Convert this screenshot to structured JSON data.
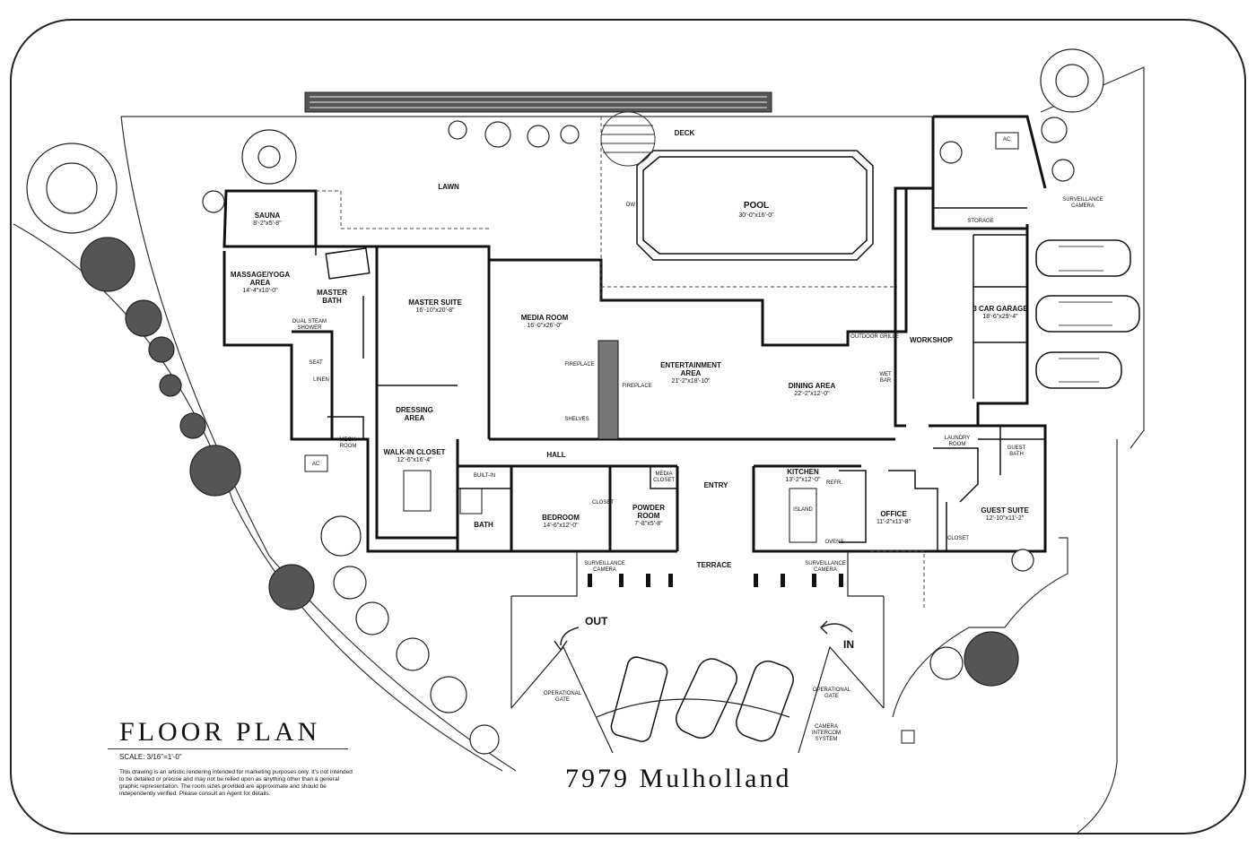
{
  "drawing": {
    "title": "FLOOR PLAN",
    "scale": "SCALE: 3/16\"=1'-0\"",
    "disclaimer": "This drawing is an artistic rendering intended for marketing purposes only. It's not intended to be detailed or precise and may not be relied upon as anything other than a general graphic representation. The room sizes provided are approximate and should be independently verified. Please consult an Agent for details.",
    "address": "7979 Mulholland"
  },
  "rooms": {
    "sauna": {
      "name": "SAUNA",
      "dims": "8'-2\"x5'-8\""
    },
    "massage": {
      "name": "MASSAGE/YOGA AREA",
      "dims": "14'-4\"x10'-0\""
    },
    "master_bath": {
      "name": "MASTER BATH"
    },
    "steam_shower": {
      "name": "DUAL STEAM SHOWER"
    },
    "seat": {
      "name": "SEAT"
    },
    "linen": {
      "name": "LINEN"
    },
    "mech": {
      "name": "MECH. ROOM"
    },
    "ac_left": {
      "name": "AC"
    },
    "master_suite": {
      "name": "MASTER SUITE",
      "dims": "16'-10\"x20'-8\""
    },
    "dressing": {
      "name": "DRESSING AREA"
    },
    "walkin": {
      "name": "WALK-IN CLOSET",
      "dims": "12'-6\"x16'-4\""
    },
    "media": {
      "name": "MEDIA ROOM",
      "dims": "16'-0\"x26'-0\""
    },
    "fireplace1": {
      "name": "FIREPLACE"
    },
    "fireplace2": {
      "name": "FIREPLACE"
    },
    "shelves": {
      "name": "SHELVES"
    },
    "entertainment": {
      "name": "ENTERTAINMENT AREA",
      "dims": "21'-2\"x18'-10\""
    },
    "hall": {
      "name": "HALL"
    },
    "builtin": {
      "name": "BUILT-IN"
    },
    "bath": {
      "name": "BATH"
    },
    "bedroom": {
      "name": "BEDROOM",
      "dims": "14'-6\"x12'-0\""
    },
    "closet1": {
      "name": "CLOSET"
    },
    "powder": {
      "name": "POWDER ROOM",
      "dims": "7'-8\"x5'-8\""
    },
    "media_closet": {
      "name": "MEDIA CLOSET"
    },
    "entry": {
      "name": "ENTRY"
    },
    "kitchen": {
      "name": "KITCHEN",
      "dims": "13'-2\"x12'-0\""
    },
    "island": {
      "name": "ISLAND"
    },
    "refr": {
      "name": "REFR."
    },
    "ovens": {
      "name": "OVENS"
    },
    "dining": {
      "name": "DINING AREA",
      "dims": "22'-2\"x12'-0\""
    },
    "wet_bar": {
      "name": "WET BAR"
    },
    "outdoor_grille": {
      "name": "OUTDOOR GRILLE"
    },
    "workshop": {
      "name": "WORKSHOP"
    },
    "office": {
      "name": "OFFICE",
      "dims": "11'-2\"x11'-8\""
    },
    "laundry": {
      "name": "LAUNDRY ROOM"
    },
    "guest_bath": {
      "name": "GUEST BATH"
    },
    "guest_suite": {
      "name": "GUEST SUITE",
      "dims": "12'-10\"x11'-2\""
    },
    "closet2": {
      "name": "CLOSET"
    },
    "garage": {
      "name": "3 CAR GARAGE",
      "dims": "18'-6\"x29'-4\""
    },
    "storage": {
      "name": "STORAGE"
    },
    "ac_right": {
      "name": "AC"
    },
    "lawn": {
      "name": "LAWN"
    },
    "deck": {
      "name": "DECK"
    },
    "pool": {
      "name": "POOL",
      "dims": "30'-0\"x16'-0\""
    },
    "dw": {
      "name": "DW"
    },
    "terrace": {
      "name": "TERRACE"
    }
  },
  "annotations": {
    "surveillance_1": "SURVEILLANCE CAMERA",
    "surveillance_2": "SURVEILLANCE CAMERA",
    "surveillance_3": "SURVEILLANCE CAMERA",
    "gate_left": "OPERATIONAL GATE",
    "gate_right": "OPERATIONAL GATE",
    "camera_intercom": "CAMERA INTERCOM SYSTEM",
    "out": "OUT",
    "in": "IN"
  }
}
